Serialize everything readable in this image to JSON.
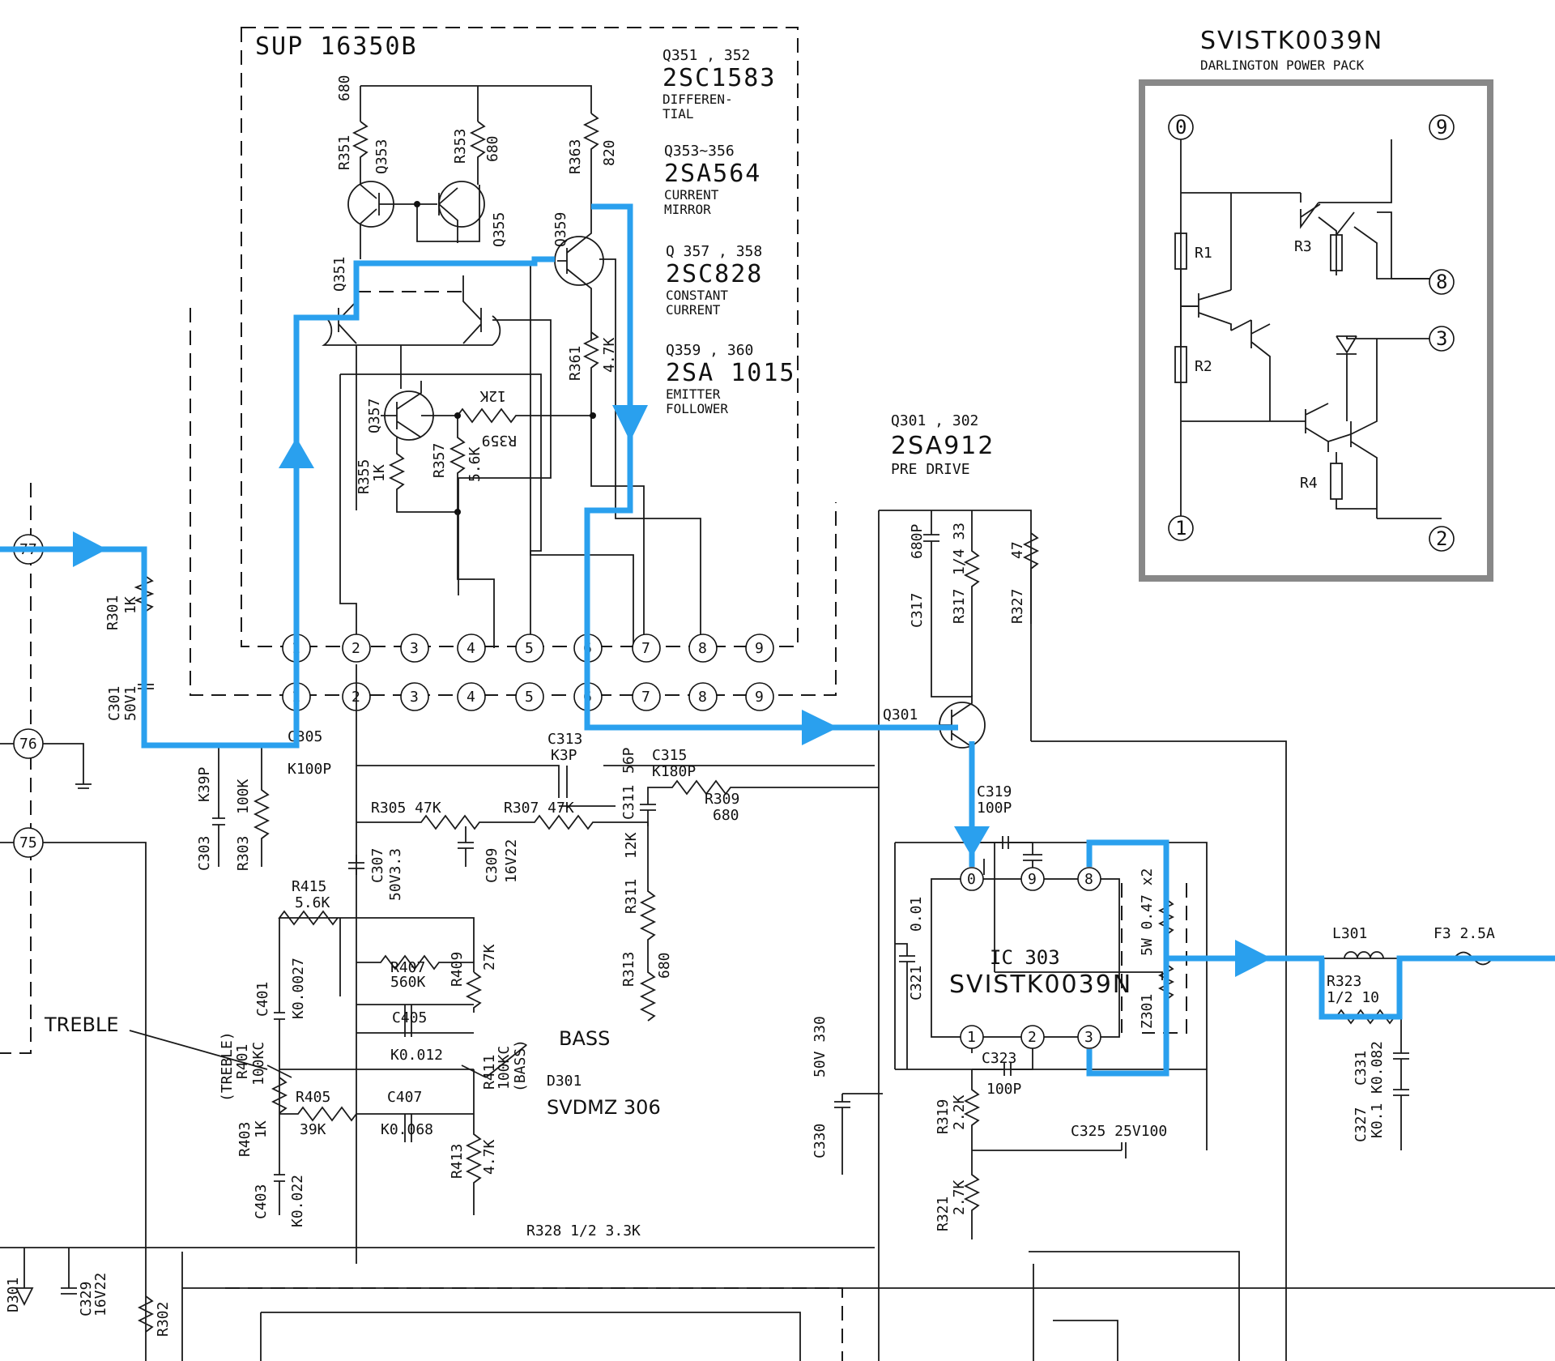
{
  "module_title": "SUP 16350B",
  "transistor_notes": [
    {
      "ids": "Q351 , 352",
      "part": "2SC1583",
      "role": [
        "DIFFEREN-",
        "TIAL"
      ]
    },
    {
      "ids": "Q353~356",
      "part": "2SA564",
      "role": [
        "CURRENT",
        "MIRROR"
      ]
    },
    {
      "ids": "Q 357 , 358",
      "part": "2SC828",
      "role": [
        "CONSTANT",
        "CURRENT"
      ]
    },
    {
      "ids": "Q359 , 360",
      "part": "2SA 1015",
      "role": [
        "EMITTER",
        "FOLLOWER"
      ]
    }
  ],
  "predrive": {
    "ids": "Q301 , 302",
    "part": "2SA912",
    "role": "PRE DRIVE"
  },
  "inset": {
    "title": "SVISTK0039N",
    "subtitle": "DARLINGTON POWER PACK",
    "pins": [
      "0",
      "9",
      "8",
      "3",
      "1",
      "2"
    ],
    "resistors": [
      "R1",
      "R2",
      "R3",
      "R4"
    ]
  },
  "module_pins": [
    "1",
    "2",
    "3",
    "4",
    "5",
    "6",
    "7",
    "8",
    "9"
  ],
  "ic": {
    "ref": "IC 303",
    "part": "SVISTK0039N",
    "pins_top": [
      "0",
      "9",
      "8"
    ],
    "pins_bottom": [
      "1",
      "2",
      "3"
    ]
  },
  "connectors": [
    "77",
    "76",
    "75"
  ],
  "controls": {
    "treble": "TREBLE",
    "bass": "BASS"
  },
  "diode_note": {
    "ref": "D301",
    "part": "SVDMZ 306"
  },
  "labels": {
    "r301": [
      "R301",
      "1K"
    ],
    "c301": [
      "C301",
      "50V1"
    ],
    "c305": [
      "C305",
      "K100P"
    ],
    "c313": [
      "C313",
      "K3P"
    ],
    "c315": [
      "C315",
      "K180P"
    ],
    "c311": [
      "C311",
      "56P"
    ],
    "r309": [
      "R309",
      "680"
    ],
    "c303": [
      "C303",
      "K39P"
    ],
    "r303": [
      "R303",
      "100K"
    ],
    "r305": "R305  47K",
    "r307": "R307  47K",
    "c307": [
      "C307",
      "50V3.3"
    ],
    "c309": [
      "C309",
      "16V22"
    ],
    "r311": [
      "R311",
      "12K"
    ],
    "r313": [
      "R313",
      "680"
    ],
    "r415": [
      "R415",
      "5.6K"
    ],
    "c401": [
      "C401",
      "K0.0027"
    ],
    "r407": [
      "R407",
      "560K"
    ],
    "r409": [
      "R409",
      "27K"
    ],
    "c405": [
      "C405",
      "K0.012"
    ],
    "r401": [
      "(TREBLE)",
      "R401",
      "100KC"
    ],
    "r411": [
      "R411",
      "100KC",
      "(BASS)"
    ],
    "r405": [
      "R405",
      "39K"
    ],
    "c407": [
      "C407",
      "K0.068"
    ],
    "r403": [
      "R403",
      "1K"
    ],
    "c403": [
      "C403",
      "K0.022"
    ],
    "r413": [
      "R413",
      "4.7K"
    ],
    "r328": "R328  1/2  3.3K",
    "d301": "D301",
    "c329": [
      "C329",
      "16V22"
    ],
    "r302": "R302",
    "c317": [
      "C317",
      "680P"
    ],
    "r317": [
      "R317",
      "1/4  33"
    ],
    "r327": [
      "R327",
      "47"
    ],
    "q301": "Q301",
    "c319": [
      "C319",
      "100P"
    ],
    "c321": [
      "C321",
      "0.01"
    ],
    "z301": "Z301",
    "r_emitter": "5W  0.47 x2",
    "c323": [
      "C323",
      "100P"
    ],
    "r319": [
      "R319",
      "2.2K"
    ],
    "r321": [
      "R321",
      "2.7K"
    ],
    "c325": "C325  25V100",
    "c330": [
      "C330",
      "50V 330"
    ],
    "l301": "L301",
    "f3": "F3   2.5A",
    "r323": [
      "R323",
      "1/2  10"
    ],
    "c331": [
      "C331",
      "K0.082"
    ],
    "c327": [
      "C327",
      "K0.1"
    ],
    "r351": [
      "R351",
      "680"
    ],
    "r353": [
      "R353",
      "680"
    ],
    "r363": [
      "R363",
      "820"
    ],
    "r361": [
      "R361",
      "4.7K"
    ],
    "r355": [
      "R355",
      "1K"
    ],
    "r357": [
      "R357",
      "5.6K"
    ],
    "r359": [
      "R359",
      "12K"
    ],
    "q351": "Q351",
    "q353": "Q353",
    "q355": "Q355",
    "q357": "Q357",
    "q359": "Q359"
  },
  "colors": {
    "signal_path": "#2aa0ee",
    "ink": "#111111",
    "inset_border": "#888888"
  }
}
